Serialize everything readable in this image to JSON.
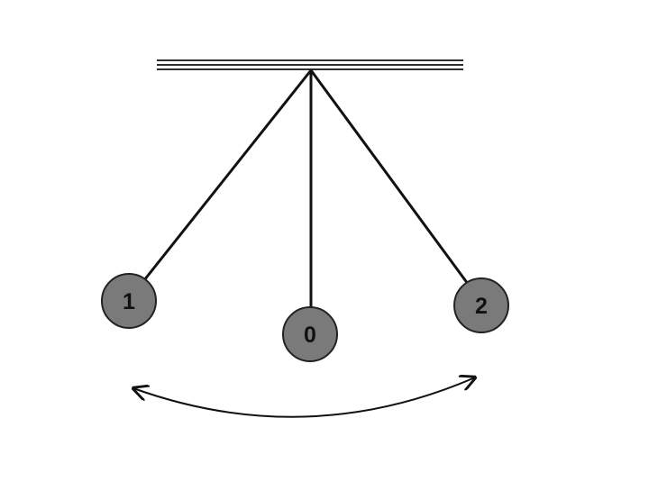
{
  "colors": {
    "background": "#ffffff",
    "line": "#111111",
    "bob_fill": "#7a7a7a",
    "bob_stroke": "#222222",
    "label": "#111111"
  },
  "bobs": [
    {
      "id": "left",
      "label": "1"
    },
    {
      "id": "center",
      "label": "0"
    },
    {
      "id": "right",
      "label": "2"
    }
  ],
  "swing_arrow": {
    "direction": "both"
  },
  "ceiling": {
    "style": "triple-line"
  }
}
